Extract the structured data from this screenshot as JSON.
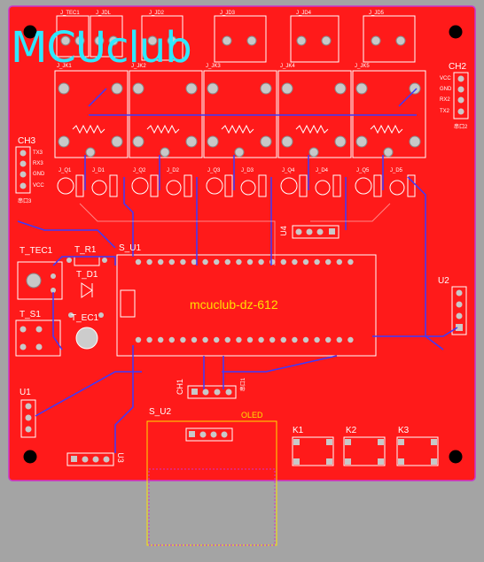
{
  "board": {
    "logo": "MCUclub",
    "mcu_label": "mcuclub-dz-612",
    "oled_label": "OLED",
    "colors": {
      "background": "#a4a4a4",
      "board": "#ff1a1a",
      "outline": "#cc33cc",
      "silk": "#ffffff",
      "top_trace": "#3a3aff",
      "accent": "#ffe000"
    }
  },
  "labels": {
    "ch2": "CH2",
    "ch2_pins": [
      "VCC",
      "GND",
      "RX2",
      "TX2"
    ],
    "ch2_caption": "串口2",
    "ch3": "CH3",
    "ch3_pins": [
      "TX3",
      "RX3",
      "GND",
      "VCC"
    ],
    "ch3_caption": "串口3",
    "t_tec1": "T_TEC1",
    "t_r1": "T_R1",
    "t_d1": "T_D1",
    "t_s1": "T_S1",
    "t_ec1": "T_EC1",
    "s_u1": "S_U1",
    "s_u2": "S_U2",
    "u1": "U1",
    "u2": "U2",
    "u3": "U3",
    "u4": "U4",
    "ch1": "CH1",
    "ch1_caption": "串口1",
    "k1": "K1",
    "k2": "K2",
    "k3": "K3",
    "j_tec1": "J_TEC1",
    "jdl": [
      "J_JDL",
      "J_JD2",
      "J_JD3",
      "J_JD4",
      "J_JD5"
    ],
    "jk": [
      "J_JK1",
      "J_JK2",
      "J_JK3",
      "J_JK4",
      "J_JK5"
    ],
    "jd_row": [
      "J_Q1",
      "J_D1",
      "J_Q2",
      "J_D2",
      "J_Q3",
      "J_D3",
      "J_Q4",
      "J_D4",
      "J_Q5",
      "J_D5"
    ]
  }
}
